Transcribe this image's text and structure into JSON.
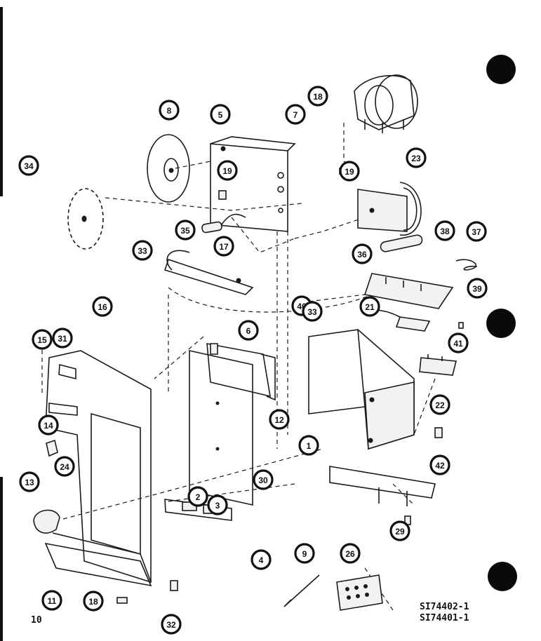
{
  "page_number": "10",
  "reference_codes": [
    "SI74402-1",
    "SI74401-1"
  ],
  "callouts": [
    {
      "label": "18"
    },
    {
      "label": "8"
    },
    {
      "label": "5"
    },
    {
      "label": "7"
    },
    {
      "label": "34"
    },
    {
      "label": "19"
    },
    {
      "label": "19"
    },
    {
      "label": "23"
    },
    {
      "label": "17"
    },
    {
      "label": "35"
    },
    {
      "label": "38"
    },
    {
      "label": "37"
    },
    {
      "label": "33"
    },
    {
      "label": "36"
    },
    {
      "label": "39"
    },
    {
      "label": "40"
    },
    {
      "label": "16"
    },
    {
      "label": "33"
    },
    {
      "label": "21"
    },
    {
      "label": "15"
    },
    {
      "label": "31"
    },
    {
      "label": "6"
    },
    {
      "label": "41"
    },
    {
      "label": "14"
    },
    {
      "label": "12"
    },
    {
      "label": "22"
    },
    {
      "label": "24"
    },
    {
      "label": "1"
    },
    {
      "label": "42"
    },
    {
      "label": "13"
    },
    {
      "label": "30"
    },
    {
      "label": "2"
    },
    {
      "label": "3"
    },
    {
      "label": "4"
    },
    {
      "label": "9"
    },
    {
      "label": "26"
    },
    {
      "label": "29"
    },
    {
      "label": "11"
    },
    {
      "label": "18"
    },
    {
      "label": "32"
    }
  ]
}
